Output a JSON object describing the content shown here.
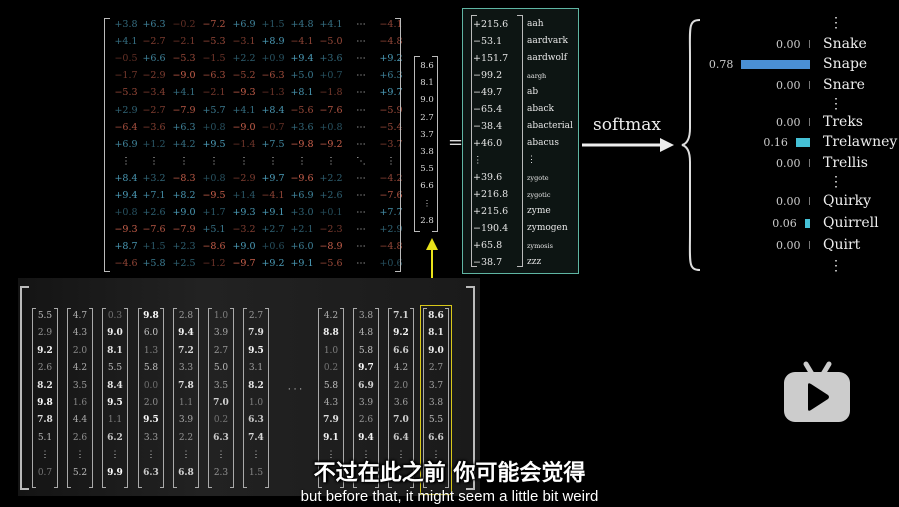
{
  "matrix": {
    "rows": [
      [
        "+3.8",
        "+6.3",
        "−0.2",
        "−7.2",
        "+6.9",
        "+1.5",
        "+4.8",
        "+4.1",
        "⋯",
        "−4.1"
      ],
      [
        "+4.1",
        "−2.7",
        "−2.1",
        "−5.3",
        "−3.1",
        "+8.9",
        "−4.1",
        "−5.0",
        "⋯",
        "−4.8"
      ],
      [
        "−0.5",
        "+6.6",
        "−5.3",
        "−1.5",
        "+2.2",
        "+0.9",
        "+9.4",
        "+3.6",
        "⋯",
        "+9.2"
      ],
      [
        "−1.7",
        "−2.9",
        "−9.0",
        "−6.3",
        "−5.2",
        "−6.3",
        "+5.0",
        "+0.7",
        "⋯",
        "+6.3"
      ],
      [
        "−5.3",
        "−3.4",
        "+4.1",
        "−2.1",
        "−9.3",
        "−1.3",
        "+8.1",
        "−1.8",
        "⋯",
        "+9.7"
      ],
      [
        "+2.9",
        "−2.7",
        "−7.9",
        "+5.7",
        "+4.1",
        "+8.4",
        "−5.6",
        "−7.6",
        "⋯",
        "−5.9"
      ],
      [
        "−6.4",
        "−3.6",
        "+6.3",
        "+0.8",
        "−9.0",
        "−0.7",
        "+3.6",
        "+0.8",
        "⋯",
        "−5.4"
      ],
      [
        "+6.9",
        "+1.2",
        "+4.2",
        "+9.5",
        "−1.4",
        "+7.5",
        "−9.8",
        "−9.2",
        "⋯",
        "−3.7"
      ],
      [
        "⋮",
        "⋮",
        "⋮",
        "⋮",
        "⋮",
        "⋮",
        "⋮",
        "⋮",
        "⋱",
        "⋮"
      ],
      [
        "+8.4",
        "+3.2",
        "−8.3",
        "+0.8",
        "−2.9",
        "+9.7",
        "−9.6",
        "+2.2",
        "⋯",
        "−4.2"
      ],
      [
        "+9.4",
        "+7.1",
        "+8.2",
        "−9.5",
        "+1.4",
        "−4.1",
        "+6.9",
        "+2.6",
        "⋯",
        "−7.6"
      ],
      [
        "+0.8",
        "+2.6",
        "+9.0",
        "+1.7",
        "+9.3",
        "+9.1",
        "+3.0",
        "+0.1",
        "⋯",
        "+7.7"
      ],
      [
        "−9.3",
        "−7.6",
        "−7.9",
        "+5.1",
        "−3.2",
        "+2.7",
        "+2.1",
        "−2.3",
        "⋯",
        "+2.9"
      ],
      [
        "+8.7",
        "+1.5",
        "+2.3",
        "−8.6",
        "+9.0",
        "+0.6",
        "+6.0",
        "−8.9",
        "⋯",
        "−4.8"
      ],
      [
        "−4.6",
        "+5.8",
        "+2.5",
        "−1.2",
        "−9.7",
        "+9.2",
        "+9.1",
        "−5.6",
        "⋯",
        "+0.6"
      ]
    ],
    "pos_color": "#4fa3c0",
    "neg_color": "#d0644f"
  },
  "vector": [
    "8.6",
    "8.1",
    "9.0",
    "2.7",
    "3.7",
    "3.8",
    "5.5",
    "6.6",
    "⋮",
    "2.8"
  ],
  "equals": "=",
  "logits": [
    {
      "v": "+215.6",
      "w": "aah"
    },
    {
      "v": "−53.1",
      "w": "aardvark"
    },
    {
      "v": "+151.7",
      "w": "aardwolf"
    },
    {
      "v": "−99.2",
      "w": "aargh",
      "s": true
    },
    {
      "v": "−49.7",
      "w": "ab"
    },
    {
      "v": "−65.4",
      "w": "aback"
    },
    {
      "v": "−38.4",
      "w": "abacterial"
    },
    {
      "v": "+46.0",
      "w": "abacus"
    },
    {
      "v": "⋮",
      "w": "⋮"
    },
    {
      "v": "+39.6",
      "w": "zygote",
      "s": true
    },
    {
      "v": "+216.8",
      "w": "zygotic",
      "s": true
    },
    {
      "v": "+215.6",
      "w": "zyme"
    },
    {
      "v": "−190.4",
      "w": "zymogen"
    },
    {
      "v": "+65.8",
      "w": "zymosis",
      "s": true
    },
    {
      "v": "−38.7",
      "w": "zzz"
    }
  ],
  "softmax_label": "softmax",
  "probs": [
    {
      "dots": true
    },
    {
      "word": "Snake",
      "p": "0.00",
      "val": 0
    },
    {
      "word": "Snape",
      "p": "0.78",
      "val": 0.78,
      "color": "#4a8fd4"
    },
    {
      "word": "Snare",
      "p": "0.00",
      "val": 0
    },
    {
      "dots": true
    },
    {
      "word": "Treks",
      "p": "0.00",
      "val": 0
    },
    {
      "word": "Trelawney",
      "p": "0.16",
      "val": 0.16,
      "color": "#45c1d6"
    },
    {
      "word": "Trellis",
      "p": "0.00",
      "val": 0
    },
    {
      "dots": true
    },
    {
      "word": "Quirky",
      "p": "0.00",
      "val": 0
    },
    {
      "word": "Quirrell",
      "p": "0.06",
      "val": 0.06,
      "color": "#45c1d6"
    },
    {
      "word": "Quirt",
      "p": "0.00",
      "val": 0
    },
    {
      "dots": true
    }
  ],
  "embeddings": [
    [
      "5.5",
      "2.9",
      "9.2",
      "2.6",
      "8.2",
      "9.8",
      "7.8",
      "5.1",
      "⋮",
      "0.7"
    ],
    [
      "4.7",
      "4.3",
      "2.0",
      "4.2",
      "3.5",
      "1.6",
      "4.4",
      "2.6",
      "⋮",
      "5.2"
    ],
    [
      "0.3",
      "9.0",
      "8.1",
      "5.5",
      "8.4",
      "9.5",
      "1.1",
      "6.2",
      "⋮",
      "9.9"
    ],
    [
      "9.8",
      "6.0",
      "1.3",
      "5.8",
      "0.0",
      "2.0",
      "9.5",
      "3.3",
      "⋮",
      "6.3"
    ],
    [
      "2.8",
      "9.4",
      "7.2",
      "3.3",
      "7.8",
      "1.1",
      "3.9",
      "2.2",
      "⋮",
      "6.8"
    ],
    [
      "1.0",
      "3.9",
      "2.7",
      "5.0",
      "3.5",
      "7.0",
      "0.2",
      "6.3",
      "⋮",
      "2.3"
    ],
    [
      "2.7",
      "7.9",
      "9.5",
      "3.1",
      "8.2",
      "1.0",
      "6.3",
      "7.4",
      "⋮",
      "1.5"
    ],
    "...",
    [
      "4.2",
      "8.8",
      "1.0",
      "0.2",
      "5.8",
      "4.3",
      "7.9",
      "9.1",
      "⋮"
    ],
    [
      "3.8",
      "4.8",
      "5.8",
      "9.7",
      "6.9",
      "3.9",
      "2.6",
      "9.4",
      "⋮"
    ],
    [
      "7.1",
      "9.2",
      "6.6",
      "4.2",
      "2.0",
      "3.6",
      "7.0",
      "6.4",
      "⋮"
    ],
    [
      "8.6",
      "8.1",
      "9.0",
      "2.7",
      "3.7",
      "3.8",
      "5.5",
      "6.6",
      "⋮"
    ]
  ],
  "ellipsis": "· · ·",
  "highlight_color": "#d8c81a",
  "subtitle_zh": "不过在此之前 你可能会觉得",
  "subtitle_en": "but before that, it might seem a little bit weird",
  "logo_icon": "bilibili-tv-icon"
}
